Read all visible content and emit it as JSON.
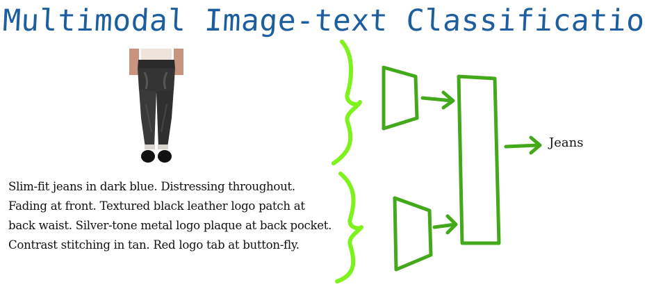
{
  "title": "Multimodal Image-text Classification",
  "input": {
    "image_icon": "jeans-product-photo",
    "description": "Slim-fit jeans in dark blue. Distressing throughout. Fading at front. Textured black leather logo patch at back waist. Silver-tone metal logo plaque at back pocket. Contrast stitching in tan. Red logo tab at button-fly."
  },
  "output": {
    "label": "Jeans"
  },
  "colors": {
    "title": "#1c5e9e",
    "brace": "#7df21c",
    "network": "#43a91a"
  }
}
